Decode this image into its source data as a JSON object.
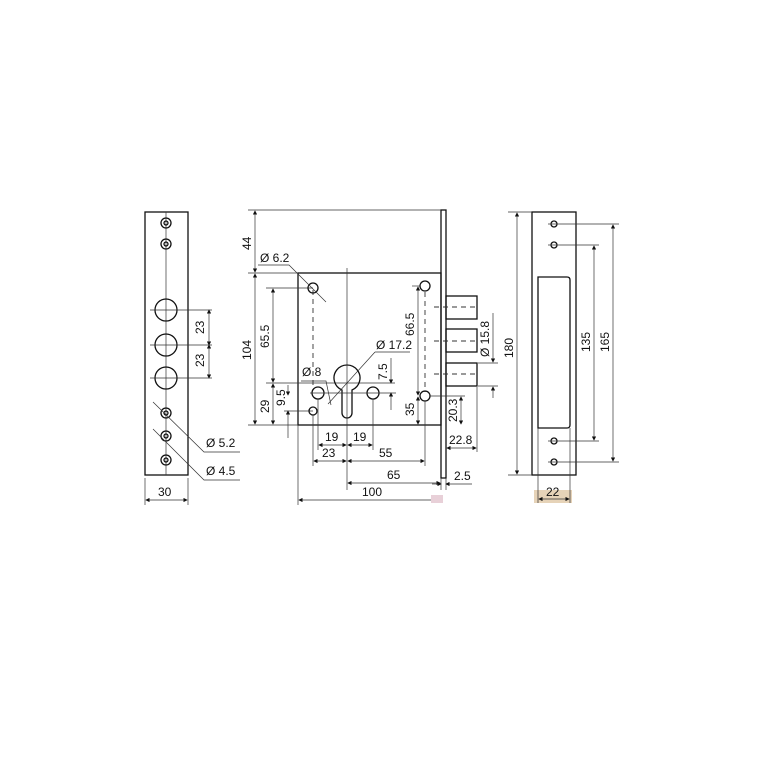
{
  "title": "Mortise lock dimension drawing",
  "faceplate": {
    "width": "30",
    "pitch_a": "23",
    "pitch_b": "23",
    "hole_a": "Ø 5.2",
    "hole_b": "Ø 4.5"
  },
  "lock_body": {
    "top_offset": "44",
    "body_height": "104",
    "upper_hole_height": "65.5",
    "lower_height": "29",
    "lower_offset": "9.5",
    "hole_top": "Ø 6.2",
    "hole_side": "Ø 8",
    "cylinder": "Ø 17.2",
    "cylinder_offset": "7.5",
    "right_hole_span": "66.5",
    "right_hole_low": "35",
    "spacing_left": "19",
    "spacing_right": "19",
    "left_to_center": "23",
    "center_to_right": "55",
    "backset": "65",
    "depth": "100",
    "faceplate_thickness": "2.5",
    "bolt_diameter": "Ø 15.8",
    "bolt_offset": "20.3",
    "bolt_throw": "22.8"
  },
  "strike_plate": {
    "height": "180",
    "inner_span": "135",
    "outer_span": "165",
    "width": "22"
  },
  "colors": {
    "line": "#111111",
    "highlight": "#e8d0d8",
    "strike_highlight": "#e6d3b8"
  }
}
